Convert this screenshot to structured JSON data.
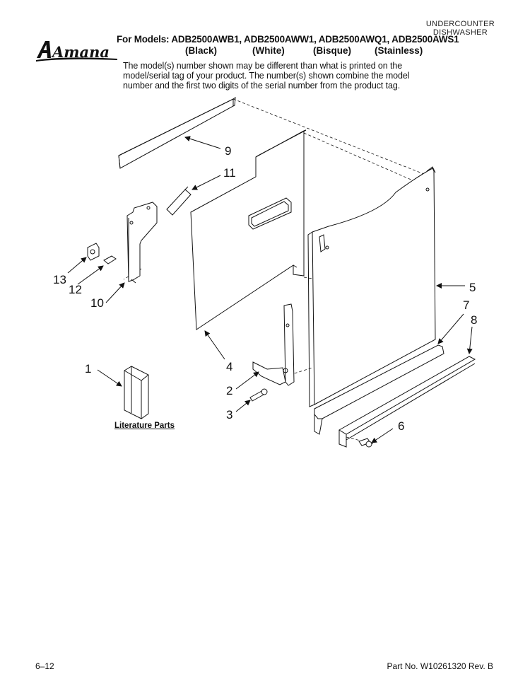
{
  "header": {
    "category_line1": "UNDERCOUNTER",
    "category_line2": "DISHWASHER",
    "brand": "Amana",
    "models_line": "For Models: ADB2500AWB1, ADB2500AWW1, ADB2500AWQ1, ADB2500AWS1",
    "colors": [
      "(Black)",
      "(White)",
      "(Bisque)",
      "(Stainless)"
    ],
    "note": "The model(s) number shown may be different than what is printed on the model/serial tag of your product. The number(s) shown combine the model number and the first two digits of the serial number from the product tag."
  },
  "diagram": {
    "callouts": [
      "1",
      "2",
      "3",
      "4",
      "5",
      "6",
      "7",
      "8",
      "9",
      "10",
      "11",
      "12",
      "13"
    ],
    "literature_label": "Literature Parts"
  },
  "footer": {
    "page": "6–12",
    "part_number": "Part No. W10261320 Rev. B"
  }
}
